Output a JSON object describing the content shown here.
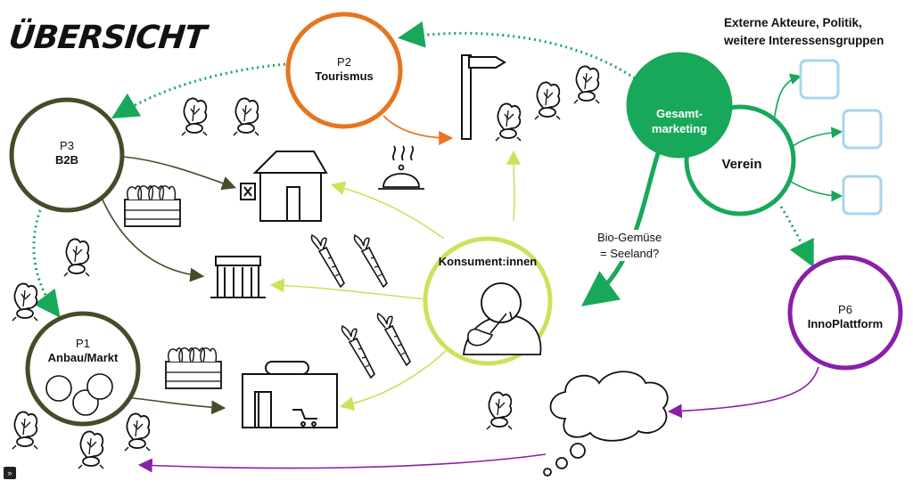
{
  "title": "ÜBERSICHT",
  "external_label": [
    "Externe Akteure, Politik,",
    "weitere Interessensgruppen"
  ],
  "nodes": {
    "p2": {
      "code": "P2",
      "name": "Tourismus"
    },
    "p3": {
      "code": "P3",
      "name": "B2B"
    },
    "p1": {
      "code": "P1",
      "name": "Anbau/Markt"
    },
    "p6": {
      "code": "P6",
      "name": "InnoPlattform"
    },
    "consumer": {
      "name": "Konsument:innen"
    },
    "marketing": {
      "name": "Gesamt-\nmarketing"
    },
    "verein": {
      "name": "Verein"
    }
  },
  "bio_label": [
    "Bio-Gemüse",
    "= Seeland?"
  ],
  "colors": {
    "p2": "#e8741e",
    "p3": "#4a4a2a",
    "p1": "#4a4a2a",
    "p6": "#8a1fa8",
    "consumer": "#cfe05a",
    "marketing": "#18a85a",
    "verein": "#18a85a",
    "external_box": "#a8d4ee"
  },
  "icons": [
    "vegetable-plant-icon",
    "signpost-icon",
    "cloche-icon",
    "house-icon",
    "market-stall-icon",
    "shop-icon",
    "crate-icon",
    "carrot-icon",
    "person-eating-icon",
    "thought-cloud-icon"
  ],
  "corner_badge": "»"
}
